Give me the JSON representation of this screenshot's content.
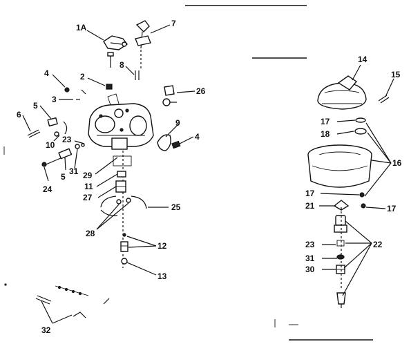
{
  "callouts": {
    "c1A": "1A",
    "c7": "7",
    "c8": "8",
    "c4a": "4",
    "c2": "2",
    "c3": "3",
    "c26": "26",
    "c5a": "5",
    "c6": "6",
    "c10": "10",
    "c23a": "23",
    "c9": "9",
    "c4b": "4",
    "c5b": "5",
    "c31a": "31",
    "c24": "24",
    "c29": "29",
    "c11": "11",
    "c27": "27",
    "c25": "25",
    "c28": "28",
    "c12": "12",
    "c13": "13",
    "c32": "32",
    "c14": "14",
    "c15": "15",
    "c17a": "17",
    "c18": "18",
    "c16": "16",
    "c17b": "17",
    "c21": "21",
    "c17c": "17",
    "c23b": "23",
    "c22": "22",
    "c31b": "31",
    "c30": "30"
  },
  "colors": {
    "ink": "#111111",
    "paper": "#ffffff"
  }
}
